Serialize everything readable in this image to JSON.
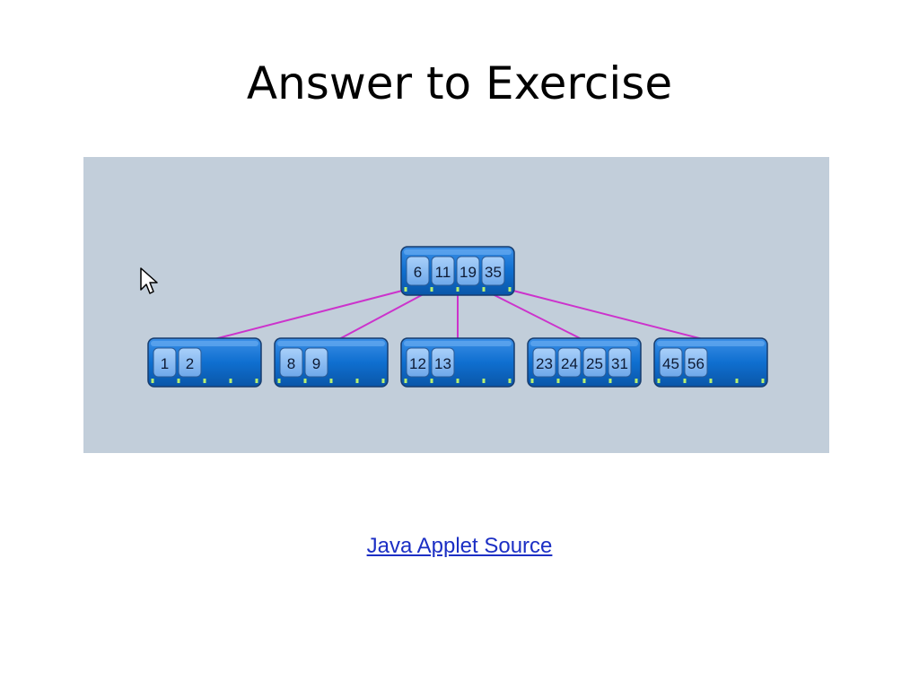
{
  "slide": {
    "title": "Answer to Exercise",
    "link_label": "Java Applet Source"
  },
  "tree": {
    "root": {
      "keys": [
        "6",
        "11",
        "19",
        "35"
      ]
    },
    "children": [
      {
        "keys": [
          "1",
          "2"
        ]
      },
      {
        "keys": [
          "8",
          "9"
        ]
      },
      {
        "keys": [
          "12",
          "13"
        ]
      },
      {
        "keys": [
          "23",
          "24",
          "25",
          "31"
        ]
      },
      {
        "keys": [
          "45",
          "56"
        ]
      }
    ]
  },
  "colors": {
    "panel_background": "#c2ceda",
    "node_fill": "#0f6fd0",
    "key_fill": "#7fb4f0",
    "edge": "#cc33cc",
    "pointer_mark": "#b8f070"
  },
  "icons": {
    "cursor": "mouse-pointer-icon"
  }
}
